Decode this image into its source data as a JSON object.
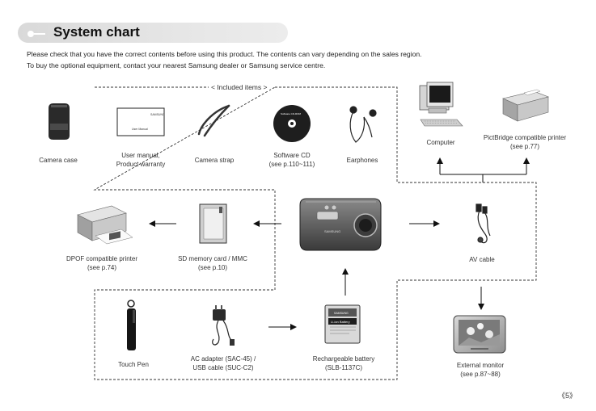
{
  "title": "System chart",
  "intro": [
    "Please check that you have the correct contents before using this product. The contents can vary depending on the sales region.",
    "To buy the optional equipment, contact your nearest Samsung dealer or Samsung service centre."
  ],
  "included_label": "< Included items >",
  "items": {
    "camera_case": {
      "line1": "Camera case",
      "line2": ""
    },
    "user_manual": {
      "line1": "User manual,",
      "line2": "Product warranty"
    },
    "camera_strap": {
      "line1": "Camera strap",
      "line2": ""
    },
    "software_cd": {
      "line1": "Software CD",
      "line2": "(see p.110~111)"
    },
    "earphones": {
      "line1": "Earphones",
      "line2": ""
    },
    "computer": {
      "line1": "Computer",
      "line2": ""
    },
    "pictbridge_printer": {
      "line1": "PictBridge compatible printer",
      "line2": "(see p.77)"
    },
    "dpof_printer": {
      "line1": "DPOF compatible printer",
      "line2": "(see p.74)"
    },
    "sd_card": {
      "line1": "SD memory card / MMC",
      "line2": "(see p.10)"
    },
    "av_cable": {
      "line1": "AV cable",
      "line2": ""
    },
    "touch_pen": {
      "line1": "Touch Pen",
      "line2": ""
    },
    "ac_adapter": {
      "line1": "AC adapter (SAC-45) /",
      "line2": "USB cable (SUC-C2)"
    },
    "battery": {
      "line1": "Rechargeable battery",
      "line2": "(SLB-1137C)"
    },
    "external_monitor": {
      "line1": "External monitor",
      "line2": "(see p.87~88)"
    }
  },
  "product_text": {
    "manual_brand": "SAMSUNG",
    "manual_title": "User Manual",
    "cd_text": "Software CD-ROM",
    "battery_brand": "SAMSUNG",
    "battery_type": "Li-ion Battery",
    "camera_brand": "SAMSUNG"
  },
  "page_number": "《5》"
}
